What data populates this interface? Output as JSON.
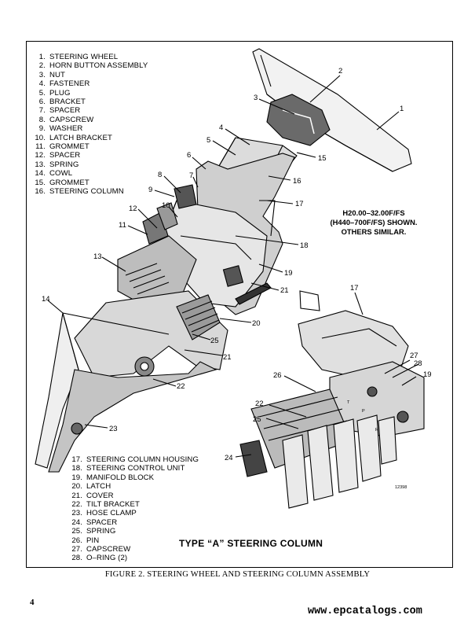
{
  "legend_top": [
    {
      "num": "1.",
      "label": "STEERING WHEEL"
    },
    {
      "num": "2.",
      "label": "HORN BUTTON ASSEMBLY"
    },
    {
      "num": "3.",
      "label": "NUT"
    },
    {
      "num": "4.",
      "label": "FASTENER"
    },
    {
      "num": "5.",
      "label": "PLUG"
    },
    {
      "num": "6.",
      "label": "BRACKET"
    },
    {
      "num": "7.",
      "label": "SPACER"
    },
    {
      "num": "8.",
      "label": "CAPSCREW"
    },
    {
      "num": "9.",
      "label": "WASHER"
    },
    {
      "num": "10.",
      "label": "LATCH BRACKET"
    },
    {
      "num": "11.",
      "label": "GROMMET"
    },
    {
      "num": "12.",
      "label": "SPACER"
    },
    {
      "num": "13.",
      "label": "SPRING"
    },
    {
      "num": "14.",
      "label": "COWL"
    },
    {
      "num": "15.",
      "label": "GROMMET"
    },
    {
      "num": "16.",
      "label": "STEERING COLUMN"
    }
  ],
  "legend_bottom": [
    {
      "num": "17.",
      "label": "STEERING COLUMN HOUSING"
    },
    {
      "num": "18.",
      "label": "STEERING CONTROL UNIT"
    },
    {
      "num": "19.",
      "label": "MANIFOLD BLOCK"
    },
    {
      "num": "20.",
      "label": "LATCH"
    },
    {
      "num": "21.",
      "label": "COVER"
    },
    {
      "num": "22.",
      "label": "TILT BRACKET"
    },
    {
      "num": "23.",
      "label": "HOSE CLAMP"
    },
    {
      "num": "24.",
      "label": "SPACER"
    },
    {
      "num": "25.",
      "label": "SPRING"
    },
    {
      "num": "26.",
      "label": "PIN"
    },
    {
      "num": "27.",
      "label": "CAPSCREW"
    },
    {
      "num": "28.",
      "label": "O–RING (2)"
    }
  ],
  "model_note": {
    "line1": "H20.00–32.00F/FS",
    "line2": "(H440–700F/FS) SHOWN.",
    "line3": "OTHERS SIMILAR."
  },
  "drawing_title": "TYPE “A” STEERING COLUMN",
  "figure_caption": "FIGURE 2. STEERING WHEEL AND STEERING COLUMN ASSEMBLY",
  "page_number": "4",
  "watermark": "www.epcatalogs.com",
  "callouts": {
    "c1": "1",
    "c2": "2",
    "c3": "3",
    "c4": "4",
    "c5": "5",
    "c6": "6",
    "c7": "7",
    "c8": "8",
    "c9": "9",
    "c10": "10",
    "c11": "11",
    "c12": "12",
    "c13": "13",
    "c14": "14",
    "c15": "15",
    "c16": "16",
    "c17": "17",
    "c18": "18",
    "c19": "19",
    "c20": "20",
    "c21": "21",
    "c21b": "21",
    "c22": "22",
    "c23": "23",
    "c25": "25",
    "d17": "17",
    "d19": "19",
    "d22": "22",
    "d24": "24",
    "d25": "25",
    "d26": "26",
    "d27": "27",
    "d28": "28",
    "port_t": "T",
    "port_p": "P",
    "port_r": "R",
    "art_id": "12398"
  }
}
